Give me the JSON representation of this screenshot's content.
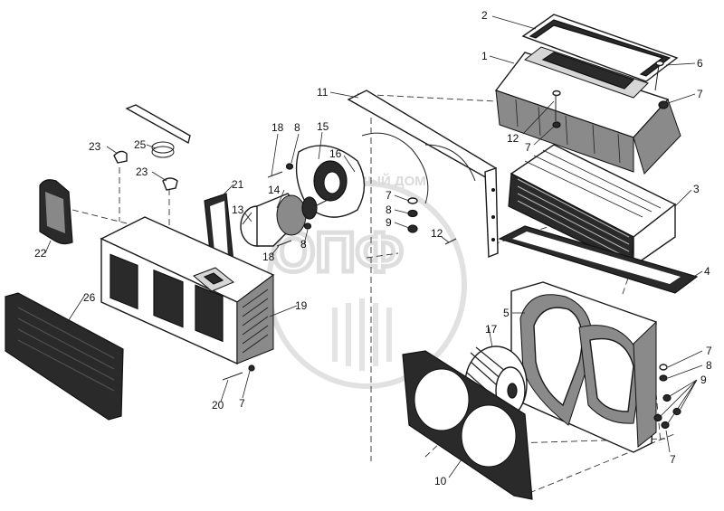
{
  "diagram": {
    "part_labels": [
      {
        "id": "l-2",
        "text": "2"
      },
      {
        "id": "l-1",
        "text": "1"
      },
      {
        "id": "l-6",
        "text": "6"
      },
      {
        "id": "l-7a",
        "text": "7"
      },
      {
        "id": "l-12a",
        "text": "12"
      },
      {
        "id": "l-7b",
        "text": "7"
      },
      {
        "id": "l-3",
        "text": "3"
      },
      {
        "id": "l-4",
        "text": "4"
      },
      {
        "id": "l-11",
        "text": "11"
      },
      {
        "id": "l-18a",
        "text": "18"
      },
      {
        "id": "l-8a",
        "text": "8"
      },
      {
        "id": "l-15",
        "text": "15"
      },
      {
        "id": "l-16",
        "text": "16"
      },
      {
        "id": "l-14",
        "text": "14"
      },
      {
        "id": "l-13",
        "text": "13"
      },
      {
        "id": "l-7c",
        "text": "7"
      },
      {
        "id": "l-8b",
        "text": "8"
      },
      {
        "id": "l-9a",
        "text": "9"
      },
      {
        "id": "l-12b",
        "text": "12"
      },
      {
        "id": "l-18b",
        "text": "18"
      },
      {
        "id": "l-8c",
        "text": "8"
      },
      {
        "id": "l-23a",
        "text": "23"
      },
      {
        "id": "l-25",
        "text": "25"
      },
      {
        "id": "l-23b",
        "text": "23"
      },
      {
        "id": "l-21",
        "text": "21"
      },
      {
        "id": "l-22",
        "text": "22"
      },
      {
        "id": "l-26",
        "text": "26"
      },
      {
        "id": "l-19",
        "text": "19"
      },
      {
        "id": "l-20",
        "text": "20"
      },
      {
        "id": "l-7d",
        "text": "7"
      },
      {
        "id": "l-5",
        "text": "5"
      },
      {
        "id": "l-17",
        "text": "17"
      },
      {
        "id": "l-7e",
        "text": "7"
      },
      {
        "id": "l-8d",
        "text": "8"
      },
      {
        "id": "l-9b",
        "text": "9"
      },
      {
        "id": "l-10",
        "text": "10"
      },
      {
        "id": "l-7f",
        "text": "7"
      }
    ],
    "watermark": {
      "logo_text": "ОПФ",
      "caption": "ТОРГОВЫЙ ДОМ"
    }
  }
}
